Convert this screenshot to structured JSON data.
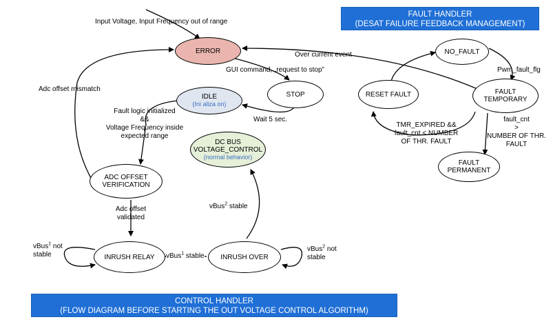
{
  "fault_handler": {
    "title": "FAULT HANDLER",
    "subtitle": "(DESAT FAILURE FEEDBACK MANAGEMENT)"
  },
  "control_handler": {
    "title": "CONTROL HANDLER",
    "subtitle": "(FLOW DIAGRAM BEFORE STARTING THE OUT VOLTAGE CONTROL ALGORITHM)"
  },
  "states": {
    "error": "ERROR",
    "stop": "STOP",
    "idle": "IDLE",
    "idle_sub": "(Ini aliza on)",
    "dc_bus_1": "DC BUS",
    "dc_bus_2": "VOLTAGE_CONTROL",
    "dc_bus_sub": "(normal behavior)",
    "adc_1": "ADC OFFSET",
    "adc_2": "VERIFICATION",
    "inrush_relay": "INRUSH RELAY",
    "inrush_over": "INRUSH OVER",
    "no_fault": "NO_FAULT",
    "reset_fault": "RESET FAULT",
    "fault_temp_1": "FAULT",
    "fault_temp_2": "TEMPORARY",
    "fault_perm_1": "FAULT",
    "fault_perm_2": "PERMANENT"
  },
  "transitions": {
    "input_out_of_range": "Input Voltage, Input Frequency out of range",
    "gui_command": "GUI command, „request to stop”",
    "over_current": "Over current event",
    "adc_mismatch": "Adc offset mismatch",
    "wait_5": "Wait 5 sec.",
    "fault_logic_1": "Fault logic initialized",
    "fault_logic_2": "&&",
    "fault_logic_3": "Voltage Frequency inside",
    "fault_logic_4": "expected range",
    "adc_validated_1": "Adc offset",
    "adc_validated_2": "validated",
    "vbus1_not_stable_a": "vBus",
    "vbus1_not_stable_b": "not",
    "vbus1_not_stable_c": "stable",
    "vbus1_stable_a": "vBus",
    "vbus1_stable_b": "stable",
    "vbus2_stable_a": "vBus",
    "vbus2_stable_b": "stable",
    "vbus2_not_stable_a": "vBus",
    "vbus2_not_stable_b": "not",
    "vbus2_not_stable_c": "stable",
    "sup1": "1",
    "sup2": "2",
    "pwm_fault": "Pwm_fault_flg",
    "tmr_1": "TMR_EXPIRED &&",
    "tmr_2": "fault_cnt < NUMBER",
    "tmr_3": "OF THR. FAULT",
    "fault_cnt_1": "fault_cnt",
    "fault_cnt_2": ">",
    "fault_cnt_3": "NUMBER OF THR.",
    "fault_cnt_4": "FAULT"
  },
  "colors": {
    "error_fill": "#e9b5ae",
    "idle_fill": "#dfe6f0",
    "dc_bus_fill": "#e6efd8",
    "banner_fill": "#1f6fd6",
    "sub_text": "#3a6fc4"
  }
}
